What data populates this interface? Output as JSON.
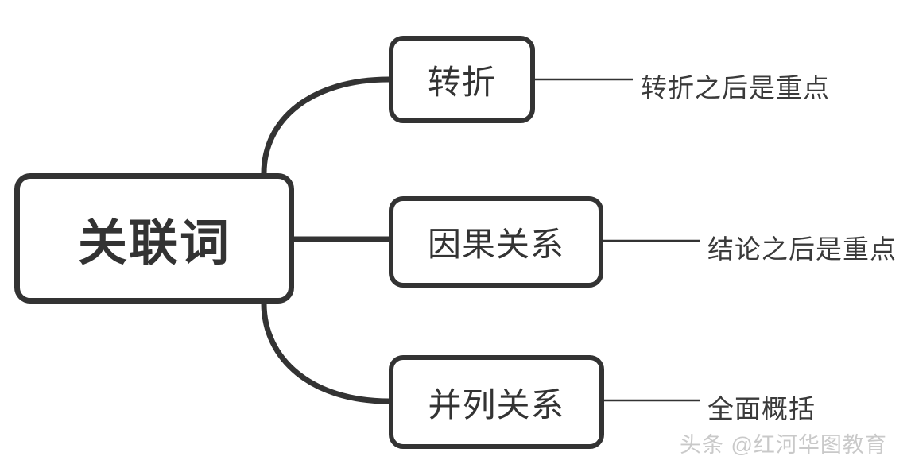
{
  "diagram": {
    "type": "mind-map",
    "background_color": "#ffffff",
    "stroke_color": "#333333",
    "text_color": "#333333",
    "root": {
      "label": "关联词"
    },
    "branches": [
      {
        "label": "转折",
        "connector": "curve-up",
        "leaf": "转折之后是重点"
      },
      {
        "label": "因果关系",
        "connector": "straight",
        "leaf": "结论之后是重点"
      },
      {
        "label": "并列关系",
        "connector": "curve-down",
        "leaf": "全面概括"
      }
    ]
  },
  "watermark": {
    "text": "头条 @红河华图教育",
    "color": "#c9c9c9"
  }
}
